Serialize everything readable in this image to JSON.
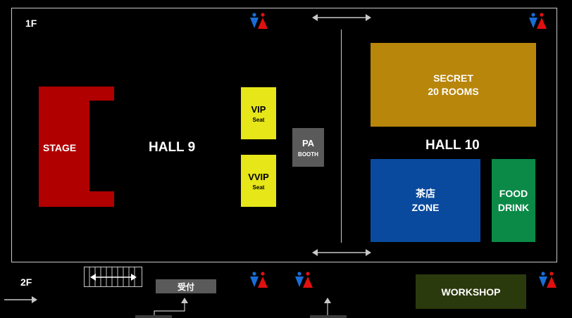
{
  "floor_1": {
    "label": "1F",
    "hall_9": {
      "label": "HALL 9"
    },
    "hall_10": {
      "label": "HALL 10"
    },
    "stage": {
      "label": "STAGE",
      "color": "#b00000"
    },
    "vip": {
      "label": "VIP",
      "sub": "Seat",
      "color": "#e6e619"
    },
    "vvip": {
      "label": "VVIP",
      "sub": "Seat",
      "color": "#e6e619"
    },
    "pa_booth": {
      "label": "PA",
      "sub": "BOOTH",
      "color": "#5a5a5a"
    },
    "secret": {
      "line1": "SECRET",
      "line2": "20 ROOMS",
      "color": "#b8860b"
    },
    "tea_zone": {
      "line1": "茶店",
      "line2": "ZONE",
      "color": "#0a4a9e"
    },
    "food": {
      "line1": "FOOD",
      "line2": "DRINK",
      "color": "#0a8a46"
    }
  },
  "floor_2": {
    "label": "2F",
    "reception": {
      "label": "受付",
      "color": "#5a5a5a"
    },
    "workshop": {
      "label": "WORKSHOP",
      "color": "#2b3a0d"
    }
  },
  "icons": {
    "restroom": "restroom-icon",
    "arrow_double": "double-arrow-icon",
    "arrow_right": "arrow-right-icon",
    "arrow_up": "arrow-up-icon"
  },
  "colors": {
    "male": "#1a6dd6",
    "female": "#e01010",
    "line": "#c8c8c8"
  }
}
